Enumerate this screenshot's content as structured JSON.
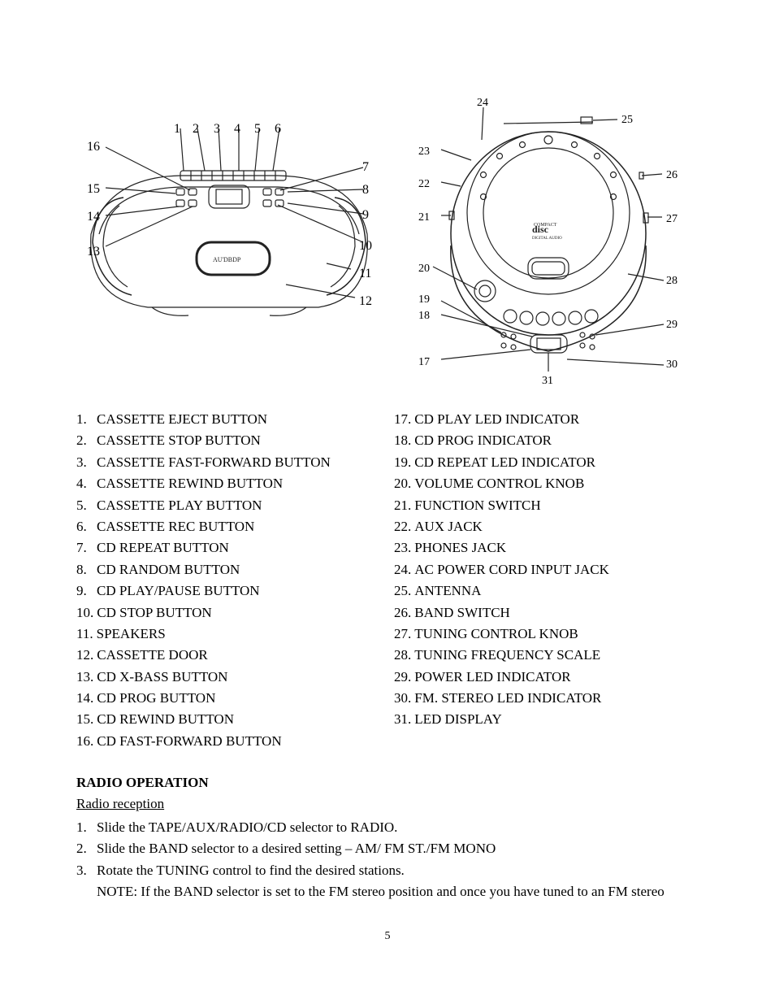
{
  "figure_front": {
    "callouts": [
      "1",
      "2",
      "3",
      "4",
      "5",
      "6",
      "7",
      "8",
      "9",
      "10",
      "11",
      "12",
      "13",
      "14",
      "15",
      "16"
    ]
  },
  "figure_top": {
    "callouts": [
      "17",
      "18",
      "19",
      "20",
      "21",
      "22",
      "23",
      "24",
      "25",
      "26",
      "27",
      "28",
      "29",
      "30",
      "31"
    ],
    "disc_text": "COMPACT",
    "disc_text2": "disc",
    "disc_text3": "DIGITAL AUDIO"
  },
  "parts_left": [
    {
      "num": "1.",
      "label": "CASSETTE EJECT BUTTON"
    },
    {
      "num": "2.",
      "label": "CASSETTE STOP BUTTON"
    },
    {
      "num": "3.",
      "label": "CASSETTE FAST-FORWARD BUTTON"
    },
    {
      "num": "4.",
      "label": "CASSETTE REWIND BUTTON"
    },
    {
      "num": "5.",
      "label": "CASSETTE PLAY BUTTON"
    },
    {
      "num": "6.",
      "label": "CASSETTE REC BUTTON"
    },
    {
      "num": "7.",
      "label": "CD REPEAT BUTTON"
    },
    {
      "num": "8.",
      "label": "CD RANDOM BUTTON"
    },
    {
      "num": "9.",
      "label": "CD PLAY/PAUSE BUTTON"
    },
    {
      "num": "10.",
      "label": "CD STOP BUTTON"
    },
    {
      "num": "11.",
      "label": "SPEAKERS"
    },
    {
      "num": "12.",
      "label": "CASSETTE DOOR"
    },
    {
      "num": "13.",
      "label": "CD X-BASS BUTTON"
    },
    {
      "num": "14.",
      "label": "CD PROG BUTTON"
    },
    {
      "num": "15.",
      "label": "CD REWIND BUTTON"
    },
    {
      "num": "16.",
      "label": "CD FAST-FORWARD BUTTON"
    }
  ],
  "parts_right": [
    {
      "num": "17.",
      "label": "CD PLAY LED INDICATOR"
    },
    {
      "num": "18.",
      "label": "CD PROG INDICATOR"
    },
    {
      "num": "19.",
      "label": "CD REPEAT LED INDICATOR"
    },
    {
      "num": "20.",
      "label": "VOLUME CONTROL KNOB"
    },
    {
      "num": "21.",
      "label": "FUNCTION SWITCH"
    },
    {
      "num": "22.",
      "label": "AUX JACK"
    },
    {
      "num": "23.",
      "label": "PHONES JACK"
    },
    {
      "num": "24.",
      "label": "AC POWER CORD INPUT JACK"
    },
    {
      "num": "25.",
      "label": "ANTENNA"
    },
    {
      "num": "26.",
      "label": "BAND SWITCH"
    },
    {
      "num": "27.",
      "label": "TUNING CONTROL KNOB"
    },
    {
      "num": "28.",
      "label": "TUNING FREQUENCY SCALE"
    },
    {
      "num": "29.",
      "label": "POWER LED INDICATOR"
    },
    {
      "num": "30.",
      "label": "FM. STEREO LED INDICATOR"
    },
    {
      "num": "31.",
      "label": "LED DISPLAY"
    }
  ],
  "radio": {
    "heading": "RADIO OPERATION",
    "subheading": "Radio reception",
    "steps": [
      {
        "num": "1.",
        "text": "Slide the TAPE/AUX/RADIO/CD selector to RADIO."
      },
      {
        "num": "2.",
        "text": "Slide the BAND selector to a desired setting – AM/ FM ST./FM MONO"
      },
      {
        "num": "3.",
        "text": "Rotate the TUNING control to find the desired stations."
      }
    ],
    "note": "NOTE: If the BAND selector is set to the FM stereo position and once you have tuned to an FM stereo"
  },
  "page_number": "5"
}
